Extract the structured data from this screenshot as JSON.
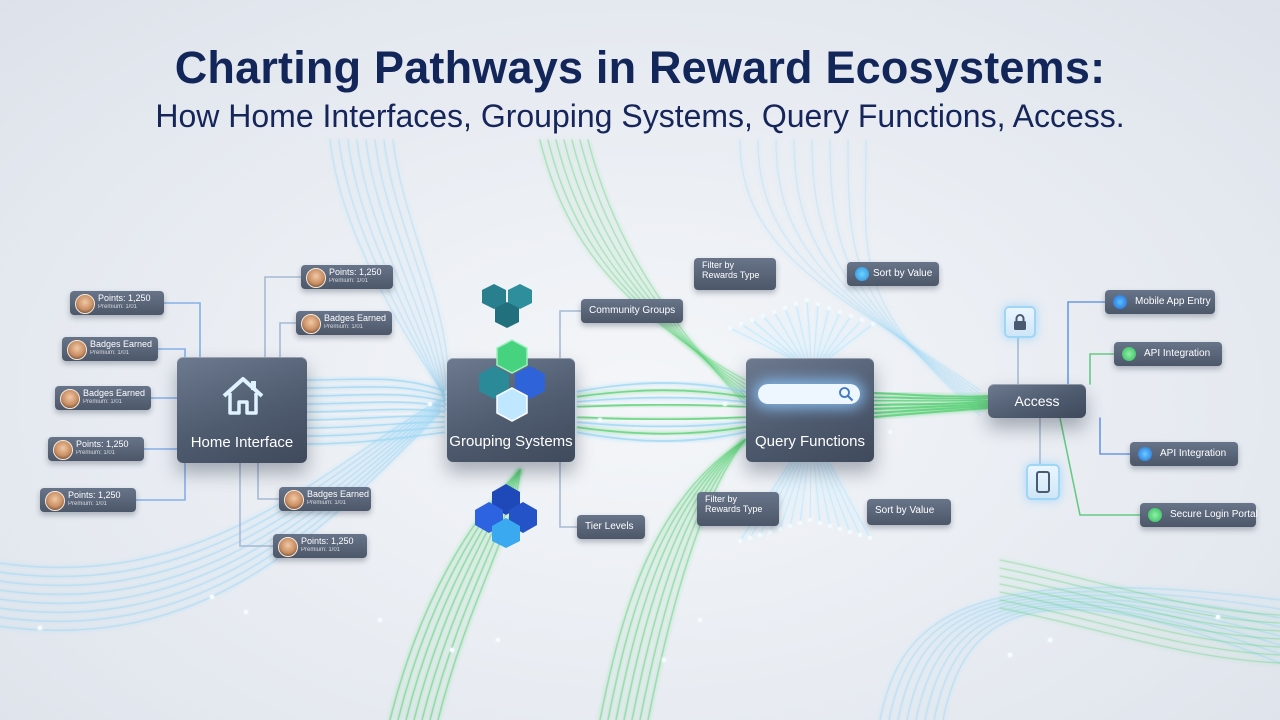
{
  "title": "Charting Pathways in Reward Ecosystems:",
  "subtitle": "How Home Interfaces, Grouping Systems, Query Functions, Access.",
  "hubs": {
    "home": "Home Interface",
    "grouping": "Grouping Systems",
    "query": "Query Functions",
    "access": "Access"
  },
  "home_tags": [
    {
      "line1": "Points: 1,250",
      "line2": "Premium: 1/01"
    },
    {
      "line1": "Badges Earned",
      "line2": "Premium: 1/01"
    },
    {
      "line1": "Badges Earned",
      "line2": "Premium: 1/01"
    },
    {
      "line1": "Points: 1,250",
      "line2": "Premium: 1/01"
    },
    {
      "line1": "Points: 1,250",
      "line2": "Premium: 1/01"
    },
    {
      "line1": "Points: 1,250",
      "line2": "Premium: 1/01"
    },
    {
      "line1": "Badges Earned",
      "line2": "Premium: 1/01"
    },
    {
      "line1": "Badges Earned",
      "line2": "Premium: 1/01"
    },
    {
      "line1": "Points: 1,250",
      "line2": "Premium: 1/01"
    }
  ],
  "grouping_tags": {
    "community": "Community Groups",
    "tier": "Tier Levels"
  },
  "query_tags": {
    "filter_top_1": "Filter by",
    "filter_top_2": "Rewards Type",
    "sort_top": "Sort by Value",
    "filter_bottom_1": "Filter by",
    "filter_bottom_2": "Rewards Type",
    "sort_bottom": "Sort by Value"
  },
  "access_tags": {
    "mobile": "Mobile App Entry",
    "api1": "API Integration",
    "api2": "API Integration",
    "secure": "Secure Login Portal"
  },
  "colors": {
    "title": "#13265a",
    "wire_blue": "#9fd8f5",
    "wire_green": "#5fd27a",
    "hex_teal": "#2a8a98",
    "hex_blue": "#2f6ee8",
    "hex_green": "#3fc97a"
  }
}
